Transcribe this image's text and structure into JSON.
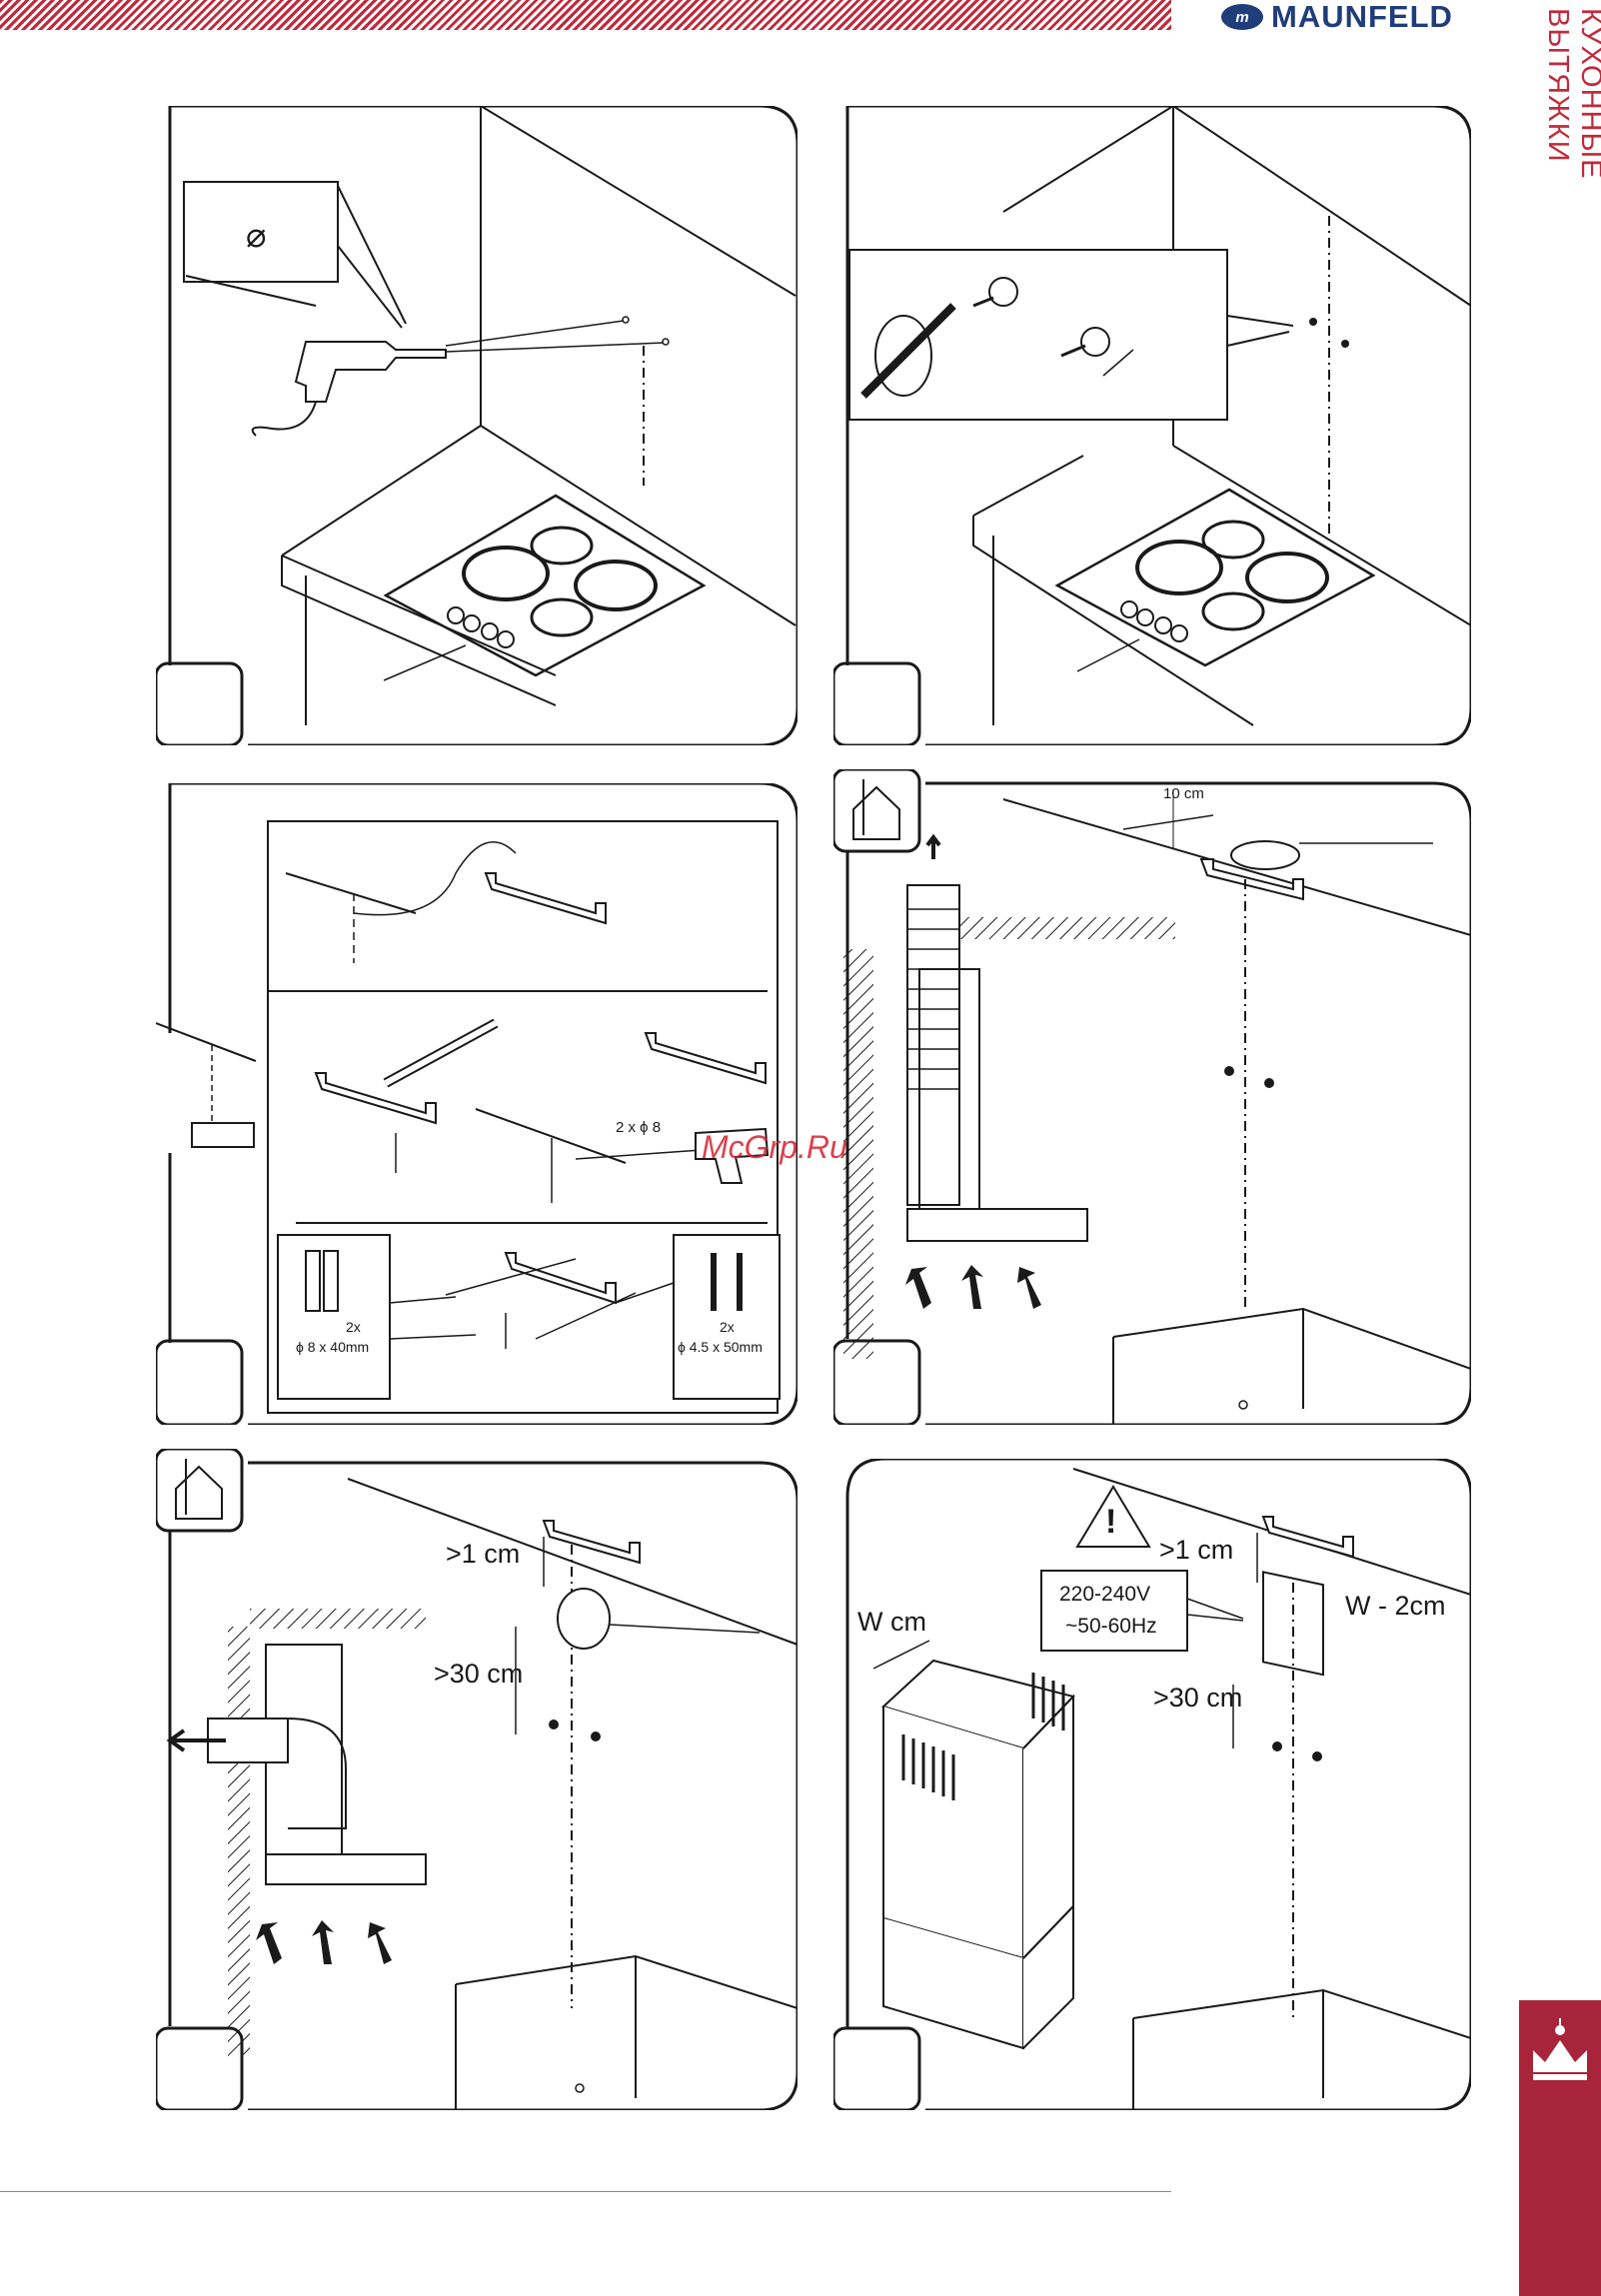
{
  "header": {
    "brand_name": "MAUNFELD",
    "brand_color": "#1f3d7a",
    "accent_color": "#c12a3c",
    "side_title": "КУХОННЫЕ ВЫТЯЖКИ"
  },
  "panels": {
    "p1": {
      "symbol": "⌀"
    },
    "p3": {
      "drill_label": "2 x ϕ 8",
      "dowel_count": "2x",
      "dowel_size": "ϕ 8 x 40mm",
      "screw_count": "2x",
      "screw_size": "ϕ 4.5 x 50mm"
    },
    "p4": {
      "distance": "10 cm"
    },
    "p5": {
      "gap_top": ">1 cm",
      "gap_bottom": ">30 cm"
    },
    "p6": {
      "gap_top": ">1 cm",
      "gap_bottom": ">30 cm",
      "warning_symbol": "!",
      "voltage": "220-240V",
      "frequency": "~50-60Hz",
      "width_label": "W cm",
      "width_minus": "W - 2cm"
    }
  },
  "watermark": "McGrp.Ru"
}
